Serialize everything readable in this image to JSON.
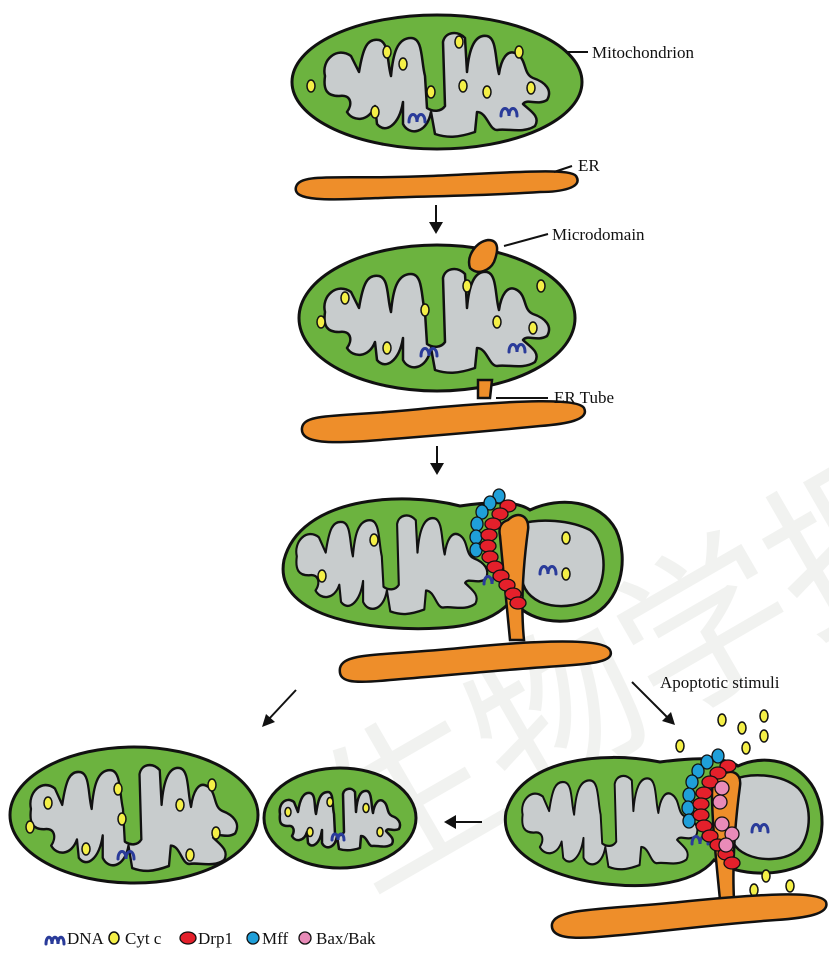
{
  "labels": {
    "mitochondrion": "Mitochondrion",
    "er": "ER",
    "microdomain": "Microdomain",
    "er_tube": "ER Tube",
    "apoptotic_stimuli": "Apoptotic stimuli"
  },
  "legend": [
    {
      "icon": "dna-icon",
      "label": "DNA",
      "color": "#2a3b9a"
    },
    {
      "icon": "cyt-c-icon",
      "label": "Cyt c",
      "color": "#f4ef47"
    },
    {
      "icon": "drp1-icon",
      "label": "Drp1",
      "color": "#e4202b"
    },
    {
      "icon": "mff-icon",
      "label": "Mff",
      "color": "#1f9fd9"
    },
    {
      "icon": "bax-bak-icon",
      "label": "Bax/Bak",
      "color": "#e98bb8"
    }
  ],
  "colors": {
    "mitochondrion": "#6cb33f",
    "matrix": "#c8cccd",
    "er": "#ee8e2a"
  },
  "watermark": "生物学报"
}
